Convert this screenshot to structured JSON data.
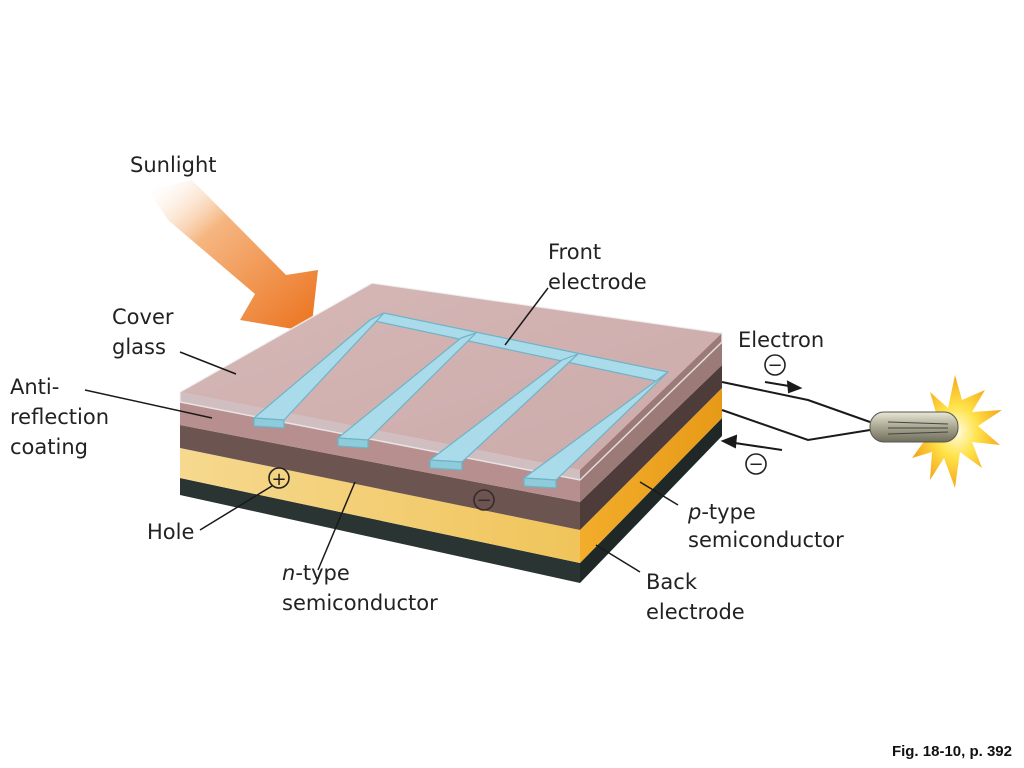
{
  "labels": {
    "sunlight": "Sunlight",
    "front_electrode_1": "Front",
    "front_electrode_2": "electrode",
    "cover_glass_1": "Cover",
    "cover_glass_2": "glass",
    "anti_reflection_1": "Anti-",
    "anti_reflection_2": "reflection",
    "anti_reflection_3": "coating",
    "electron": "Electron",
    "hole": "Hole",
    "n_type_italic": "n",
    "n_type_rest": "-type",
    "n_type_2": "semiconductor",
    "p_type_italic": "p",
    "p_type_rest": "-type",
    "p_type_2": "semiconductor",
    "back_electrode_1": "Back",
    "back_electrode_2": "electrode",
    "plus_sign": "+",
    "minus_sign": "−"
  },
  "caption": "Fig. 18-10, p. 392",
  "colors": {
    "sunlight_arrow": "#f07a1e",
    "cover_glass": "#dcdfe4",
    "anti_reflection": "#c2908a",
    "n_layer": "#6e5552",
    "p_layer": "#f3cb6a",
    "back_electrode": "#2f3a3a",
    "front_electrode": "#a8d8e6",
    "bulb_glow": "#ffd21c"
  }
}
